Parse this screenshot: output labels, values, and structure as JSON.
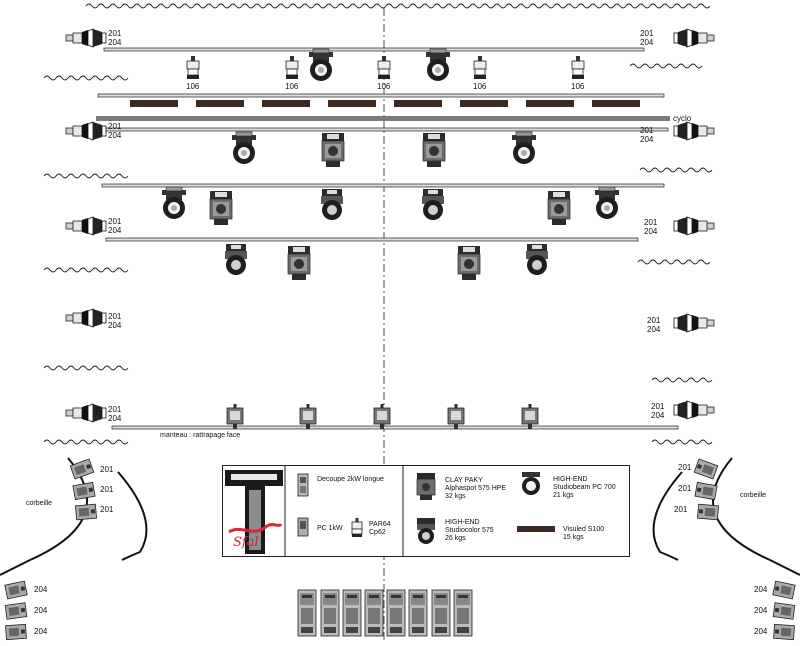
{
  "labels": {
    "dimmer_top": "201",
    "dimmer_bottom": "204",
    "circuit_106": "106",
    "cyclo": "cyclo",
    "manteau": "manteau : rattrapage face",
    "corbeille": "corbeille",
    "circuit_201": "201",
    "circuit_204": "204"
  },
  "legend": {
    "items": {
      "decoupe": "Decoupe 2kW longue",
      "pc": "PC 1kW",
      "par_line1": "PAR64",
      "par_line2": "Cp62",
      "alphaspot_brand": "CLAY PAKY",
      "alphaspot_model": "Alphaspot 575 HPE",
      "alphaspot_weight": "32 kgs",
      "studiobeam_brand": "HIGH-END",
      "studiobeam_model": "Studiobeam PC 700",
      "studiobeam_weight": "21 kgs",
      "studiocolor_brand": "HIGH-END",
      "studiocolor_model": "Studiocolor 575",
      "studiocolor_weight": "26 kgs",
      "visuled_model": "Visuled S100",
      "visuled_weight": "15 kgs"
    }
  },
  "colors": {
    "line": "#222222",
    "bar": "#dddddd",
    "fixture_dark": "#2a2a2a",
    "fixture_mid": "#808080",
    "fixture_light": "#cfcfcf",
    "visuled": "#3a2a22",
    "cyclo_bar": "#777777",
    "logo_red": "#d8263a"
  }
}
